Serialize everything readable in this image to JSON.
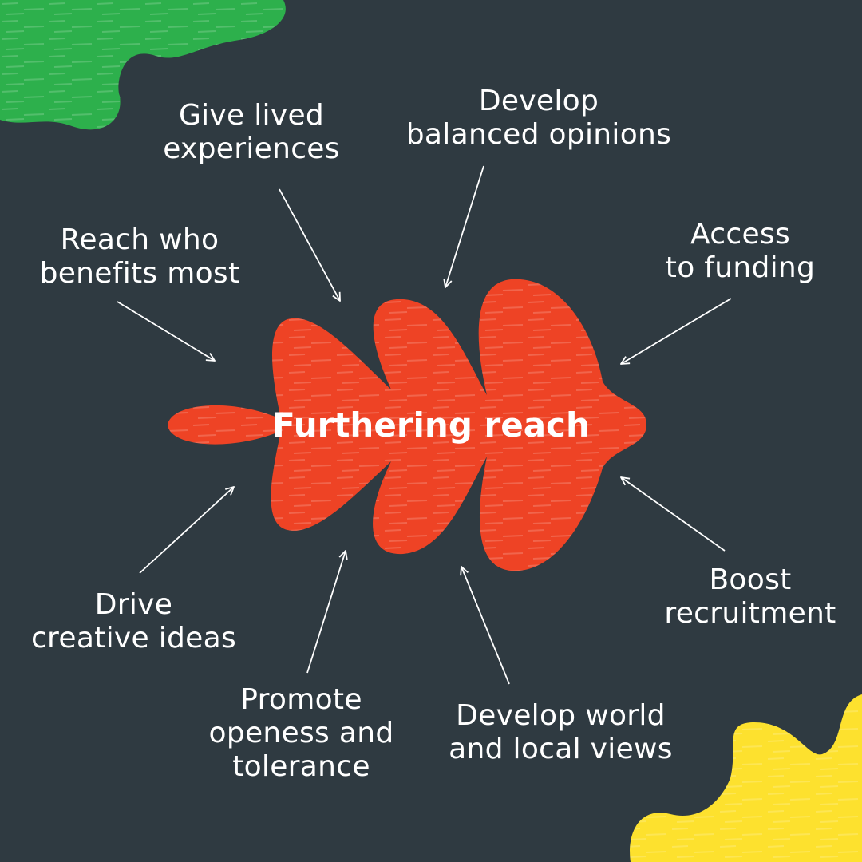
{
  "colors": {
    "background": "#2f3a41",
    "center_leaf": "#ee4325",
    "green_leaf": "#2db04c",
    "yellow_leaf": "#fde12e",
    "arrow": "#ffffff",
    "text": "#ffffff"
  },
  "center": {
    "title": "Furthering reach"
  },
  "benefits": [
    {
      "id": "give-lived-experiences",
      "lines": [
        "Give lived",
        "experiences"
      ]
    },
    {
      "id": "develop-balanced-opinions",
      "lines": [
        "Develop",
        "balanced opinions"
      ]
    },
    {
      "id": "reach-who-benefits-most",
      "lines": [
        "Reach who",
        "benefits most"
      ]
    },
    {
      "id": "access-to-funding",
      "lines": [
        "Access",
        "to funding"
      ]
    },
    {
      "id": "drive-creative-ideas",
      "lines": [
        "Drive",
        "creative ideas"
      ]
    },
    {
      "id": "boost-recruitment",
      "lines": [
        "Boost",
        "recruitment"
      ]
    },
    {
      "id": "promote-openess-and-tolerance",
      "lines": [
        "Promote",
        "openess and",
        "tolerance"
      ]
    },
    {
      "id": "develop-world-and-local-views",
      "lines": [
        "Develop world",
        "and local views"
      ]
    }
  ]
}
